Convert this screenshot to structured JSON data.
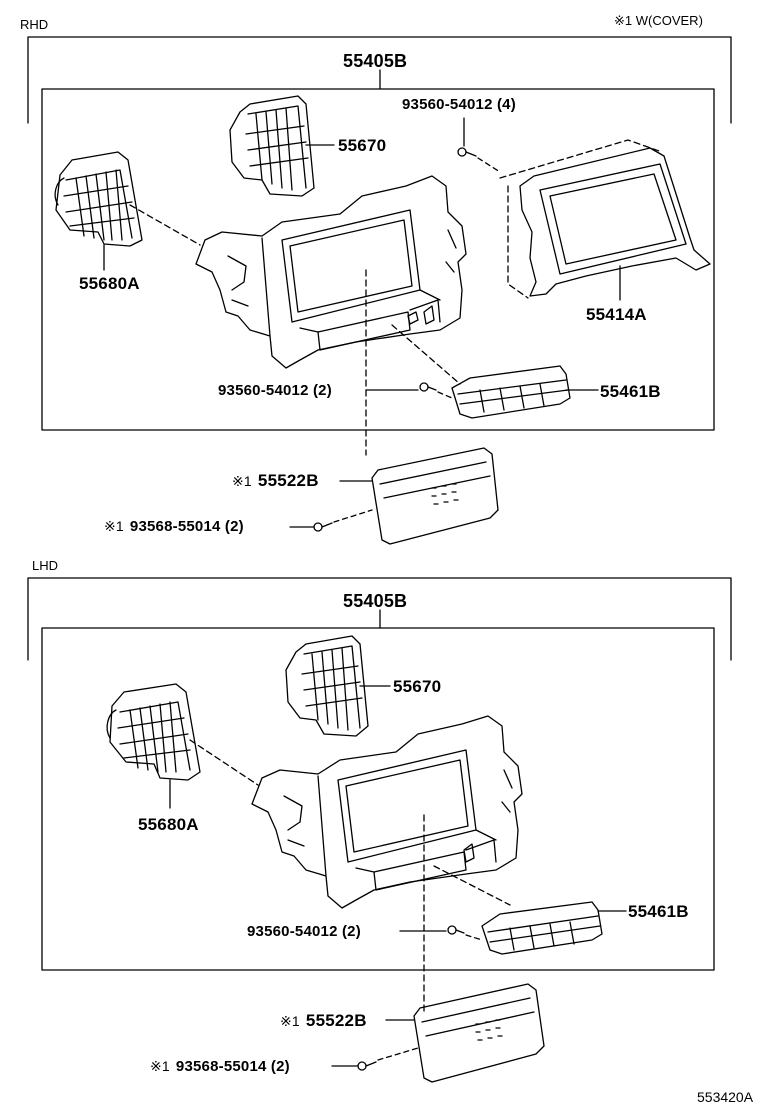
{
  "cover_note": "※1 W(COVER)",
  "figure_code": "553420A",
  "sections": {
    "rhd": {
      "title": "RHD",
      "assembly": "55405B",
      "labels": {
        "p55670": "55670",
        "p55680": "55680A",
        "p55414": "55414A",
        "screw_upper": "93560-54012 (4)",
        "screw_lower": "93560-54012 (2)",
        "p55461": "55461B",
        "p55522_mark": "※1",
        "p55522": "55522B",
        "p93568_mark": "※1",
        "p93568": "93568-55014 (2)"
      }
    },
    "lhd": {
      "title": "LHD",
      "assembly": "55405B",
      "labels": {
        "p55670": "55670",
        "p55680": "55680A",
        "screw": "93560-54012 (2)",
        "p55461": "55461B",
        "p55522_mark": "※1",
        "p55522": "55522B",
        "p93568_mark": "※1",
        "p93568": "93568-55014 (2)"
      }
    }
  }
}
